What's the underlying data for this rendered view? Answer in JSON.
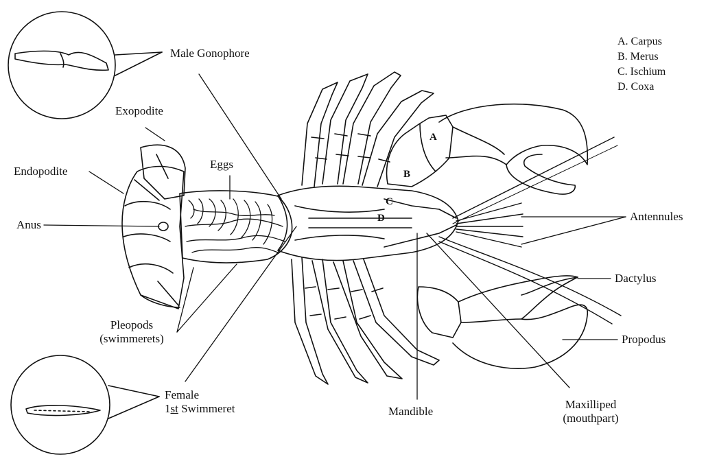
{
  "labels": {
    "male_gonophore": "Male Gonophore",
    "exopodite": "Exopodite",
    "endopodite": "Endopodite",
    "eggs": "Eggs",
    "anus": "Anus",
    "pleopods_line1": "Pleopods",
    "pleopods_line2": "(swimmerets)",
    "female_line1": "Female",
    "female_line2_prefix": "1",
    "female_line2_suffix": "st",
    "female_line2_rest": " Swimmeret",
    "mandible": "Mandible",
    "maxilliped_line1": "Maxilliped",
    "maxilliped_line2": "(mouthpart)",
    "antennules": "Antennules",
    "dactylus": "Dactylus",
    "propodus": "Propodus"
  },
  "segments": {
    "a": "A",
    "b": "B",
    "c": "C",
    "d": "D"
  },
  "legend": [
    "A. Carpus",
    "B. Merus",
    "C. Ischium",
    "D. Coxa"
  ]
}
